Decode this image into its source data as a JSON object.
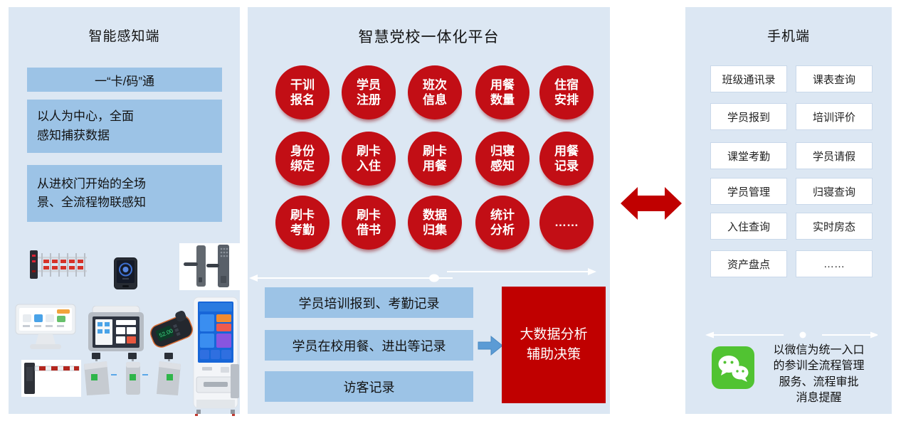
{
  "colors": {
    "panel_background": "#DCE7F3",
    "info_box_blue": "#9CC3E6",
    "module_circle_red": "#C20E15",
    "accent_red": "#C00000",
    "flow_arrow_blue": "#5B9BD5",
    "wechat_green": "#51C332"
  },
  "left_panel": {
    "title": "智能感知端",
    "boxes": [
      "一“卡/码”通",
      "以人为中心，全面\n感知捕获数据",
      "从进校门开始的全场\n景、全流程物联感知"
    ],
    "devices": [
      "fence-barrier-gate",
      "face-recognition-terminal",
      "smart-door-locks",
      "desktop-check-in-terminal",
      "tablet-pos-terminal",
      "handheld-pos-terminal",
      "self-service-kiosk",
      "parking-barrier-gate",
      "turnstile-gates"
    ]
  },
  "middle_panel": {
    "title": "智慧党校一体化平台",
    "circles": [
      "干训\n报名",
      "学员\n注册",
      "班次\n信息",
      "用餐\n数量",
      "住宿\n安排",
      "身份\n绑定",
      "刷卡\n入住",
      "刷卡\n用餐",
      "归寝\n感知",
      "用餐\n记录",
      "刷卡\n考勤",
      "刷卡\n借书",
      "数据\n归集",
      "统计\n分析",
      "……"
    ],
    "flow_boxes": [
      "学员培训报到、考勤记录",
      "学员在校用餐、进出等记录",
      "访客记录"
    ],
    "result_box": "大数据分析\n辅助决策"
  },
  "right_panel": {
    "title": "手机端",
    "items": [
      "班级通讯录",
      "课表查询",
      "学员报到",
      "培训评价",
      "课堂考勤",
      "学员请假",
      "学员管理",
      "归寝查询",
      "入住查询",
      "实时房态",
      "资产盘点",
      "……"
    ],
    "wechat_note": "以微信为统一入口\n的参训全流程管理\n服务、流程审批\n消息提醒"
  }
}
